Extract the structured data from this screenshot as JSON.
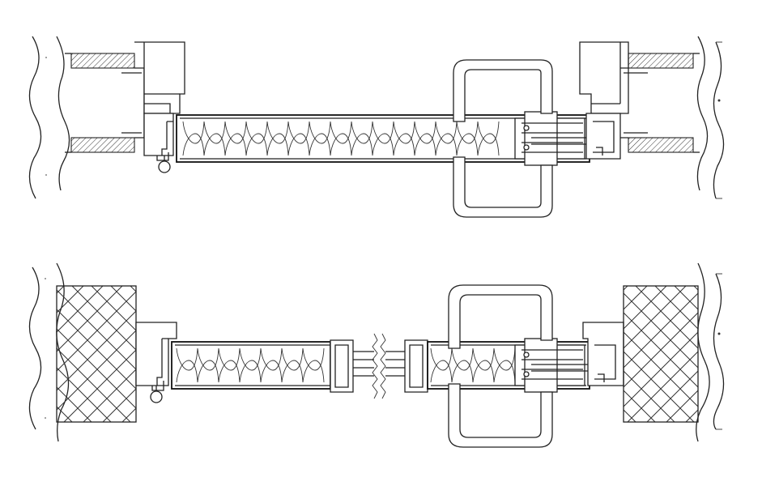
{
  "drawing": {
    "views": [
      {
        "id": "upper",
        "wall": "framed-hollow-wall"
      },
      {
        "id": "lower",
        "wall": "masonry-wall"
      }
    ],
    "colors": {
      "line": "#222222",
      "background": "#ffffff"
    }
  }
}
